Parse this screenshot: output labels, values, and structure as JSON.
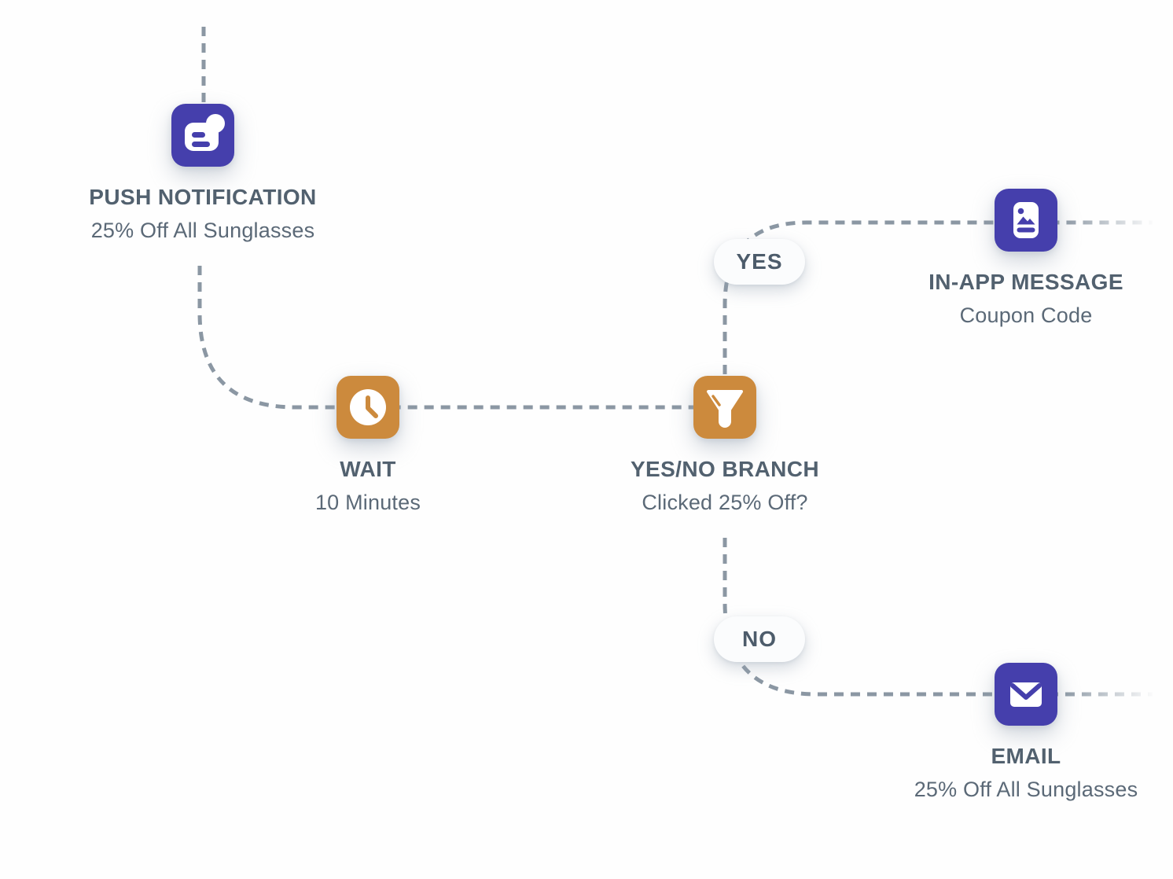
{
  "app": {
    "view": "journey-flow-canvas"
  },
  "colors": {
    "purple_node": "#453FAC",
    "orange_node": "#CC8A3D",
    "connector_dash": "#8B97A3",
    "title_text": "#52616F",
    "subtitle_text": "#5B6977",
    "pill_background": "#FBFCFD",
    "pill_text": "#4D5C6B",
    "canvas_background": "#FEFEFE"
  },
  "nodes": [
    {
      "id": "push-notification",
      "title": "PUSH NOTIFICATION",
      "subtitle": "25% Off All Sunglasses",
      "icon": "push-notification-icon",
      "color": "#453FAC"
    },
    {
      "id": "wait",
      "title": "WAIT",
      "subtitle": "10 Minutes",
      "icon": "clock-icon",
      "color": "#CC8A3D"
    },
    {
      "id": "yes-no-branch",
      "title": "YES/NO BRANCH",
      "subtitle": "Clicked 25% Off?",
      "icon": "funnel-icon",
      "color": "#CC8A3D"
    },
    {
      "id": "in-app-message",
      "title": "IN-APP MESSAGE",
      "subtitle": "Coupon Code",
      "icon": "image-card-icon",
      "color": "#453FAC"
    },
    {
      "id": "email",
      "title": "EMAIL",
      "subtitle": "25% Off All Sunglasses",
      "icon": "envelope-icon",
      "color": "#453FAC"
    }
  ],
  "branch_labels": {
    "yes": "YES",
    "no": "NO"
  }
}
